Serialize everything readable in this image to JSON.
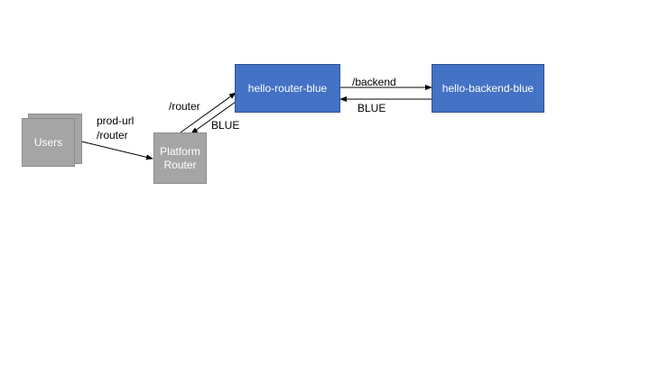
{
  "nodes": {
    "users": {
      "label": "Users"
    },
    "platform_router": {
      "line1": "Platform",
      "line2": "Router"
    },
    "router_blue": {
      "label": "hello-router-blue"
    },
    "backend_blue": {
      "label": "hello-backend-blue"
    }
  },
  "edges": {
    "users_to_platform": {
      "line1": "prod-url",
      "line2": "/router"
    },
    "platform_to_router": {
      "label": "/router"
    },
    "router_to_platform": {
      "label": "BLUE"
    },
    "router_to_backend": {
      "label": "/backend"
    },
    "backend_to_router": {
      "label": "BLUE"
    }
  },
  "colors": {
    "service_box": "#4472c4",
    "client_box": "#a5a5a5",
    "arrow": "#000000"
  }
}
